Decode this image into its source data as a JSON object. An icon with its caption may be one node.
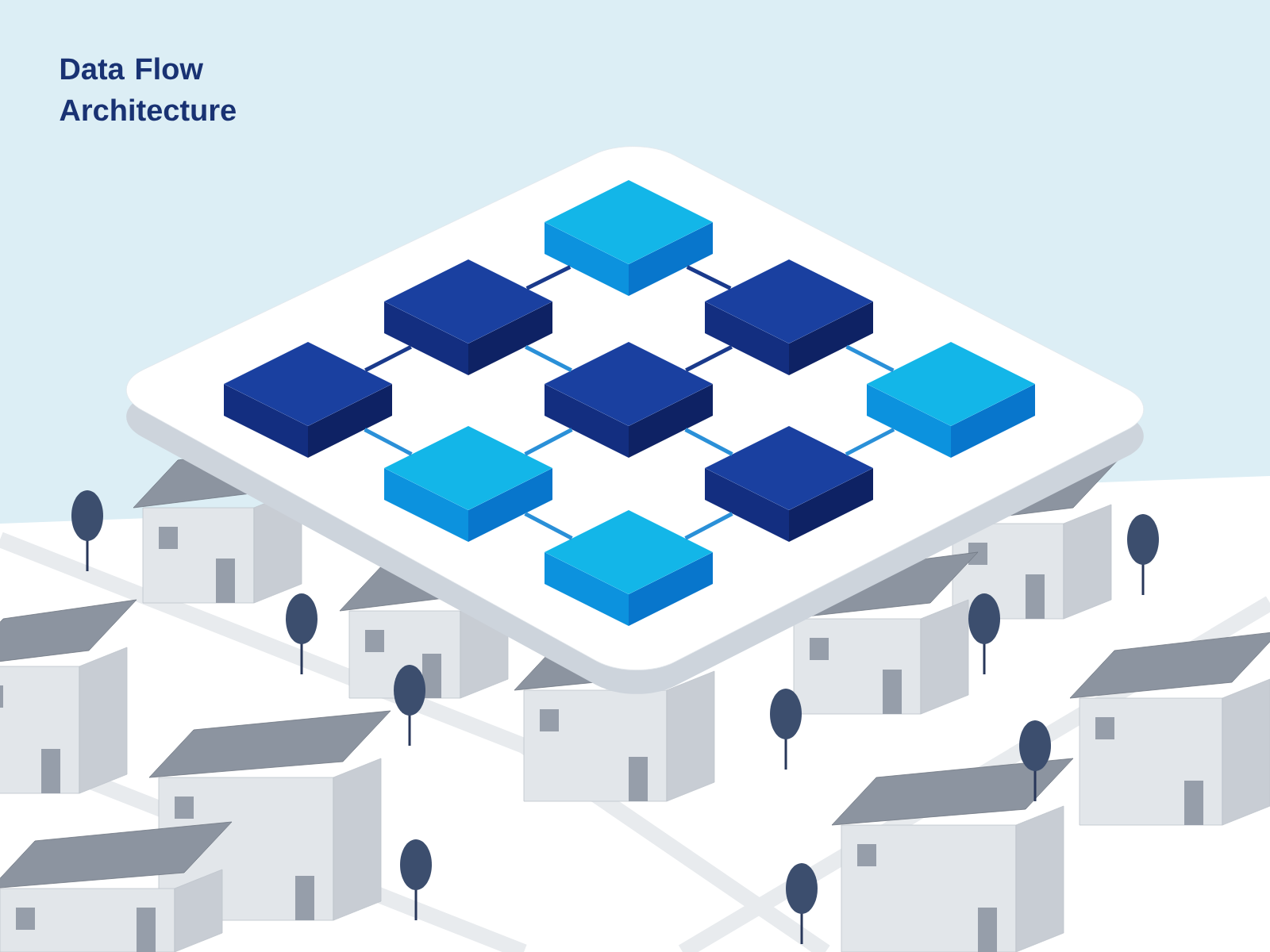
{
  "diagram": {
    "title": "Data Flow Architecture",
    "nodes": [
      {
        "text": [],
        "shape": "box"
      },
      {
        "text": [],
        "shape": "box"
      },
      {
        "text": [],
        "shape": "box"
      },
      {
        "text": [],
        "shape": "box"
      },
      {
        "text": [],
        "shape": "box"
      },
      {
        "text": [],
        "shape": "box"
      },
      {
        "text": [],
        "shape": "box"
      },
      {
        "text": [],
        "shape": "box"
      },
      {
        "text": [],
        "shape": "box"
      }
    ],
    "edges": [
      {
        "from": 0,
        "to": 1,
        "arrow": "none",
        "color": "#1a3a8c"
      },
      {
        "from": 0,
        "to": 2,
        "arrow": "none",
        "color": "#1a3a8c"
      },
      {
        "from": 1,
        "to": 3,
        "arrow": "none",
        "color": "#1a3a8c"
      },
      {
        "from": 1,
        "to": 4,
        "arrow": "none"
      },
      {
        "from": 2,
        "to": 4,
        "arrow": "none",
        "color": "#1a3a8c"
      },
      {
        "from": 2,
        "to": 5,
        "arrow": "none"
      },
      {
        "from": 3,
        "to": 6,
        "arrow": "none"
      },
      {
        "from": 4,
        "to": 6,
        "arrow": "none"
      },
      {
        "from": 4,
        "to": 7,
        "arrow": "none"
      },
      {
        "from": 5,
        "to": 7,
        "arrow": "none"
      },
      {
        "from": 6,
        "to": 8,
        "arrow": "none"
      },
      {
        "from": 7,
        "to": 8,
        "arrow": "none"
      }
    ]
  }
}
